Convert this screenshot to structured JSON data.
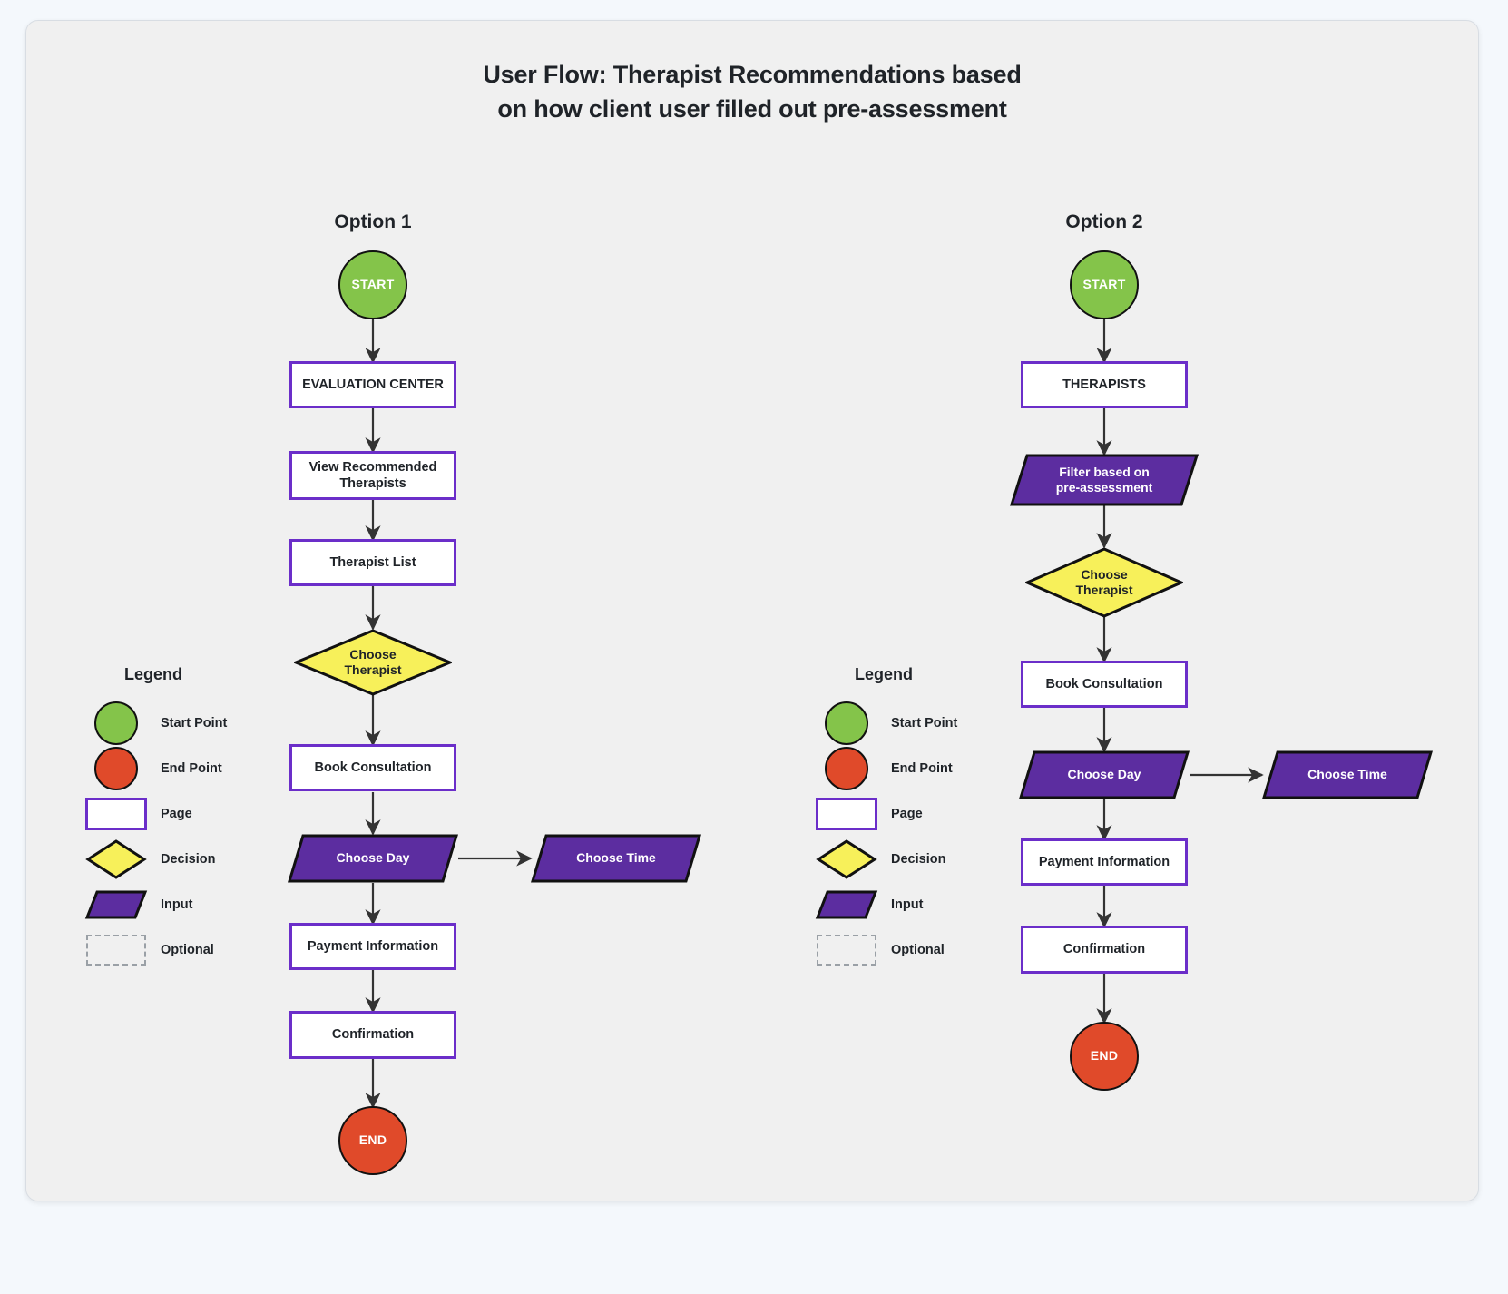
{
  "diagram": {
    "title_line1": "User Flow: Therapist Recommendations based",
    "title_line2": "on how client user filled out pre-assessment",
    "colors": {
      "canvas_bg": "#f0f0f0",
      "page_bg": "#f4f8fc",
      "start_green": "#84c44a",
      "end_red": "#e04a2a",
      "page_border_purple": "#6b2ec9",
      "decision_yellow": "#f7f05a",
      "input_purple": "#5c2da0",
      "edge_black": "#333333",
      "text_dark": "#1f2328"
    }
  },
  "options": [
    {
      "header": "Option 1",
      "nodes": [
        {
          "id": "o1-start",
          "label": "START",
          "type": "start"
        },
        {
          "id": "o1-eval",
          "label": "EVALUATION CENTER",
          "type": "page"
        },
        {
          "id": "o1-view",
          "label": "View Recommended Therapists",
          "type": "page"
        },
        {
          "id": "o1-list",
          "label": "Therapist List",
          "type": "page"
        },
        {
          "id": "o1-choose",
          "label": "Choose Therapist",
          "type": "decision"
        },
        {
          "id": "o1-book",
          "label": "Book Consultation",
          "type": "page"
        },
        {
          "id": "o1-day",
          "label": "Choose Day",
          "type": "input"
        },
        {
          "id": "o1-time",
          "label": "Choose Time",
          "type": "input"
        },
        {
          "id": "o1-payment",
          "label": "Payment Information",
          "type": "page"
        },
        {
          "id": "o1-confirm",
          "label": "Confirmation",
          "type": "page"
        },
        {
          "id": "o1-end",
          "label": "END",
          "type": "end"
        }
      ],
      "edges": [
        {
          "from": "o1-start",
          "to": "o1-eval"
        },
        {
          "from": "o1-eval",
          "to": "o1-view"
        },
        {
          "from": "o1-view",
          "to": "o1-list"
        },
        {
          "from": "o1-list",
          "to": "o1-choose"
        },
        {
          "from": "o1-choose",
          "to": "o1-book"
        },
        {
          "from": "o1-book",
          "to": "o1-day"
        },
        {
          "from": "o1-day",
          "to": "o1-time"
        },
        {
          "from": "o1-day",
          "to": "o1-payment"
        },
        {
          "from": "o1-payment",
          "to": "o1-confirm"
        },
        {
          "from": "o1-confirm",
          "to": "o1-end"
        }
      ]
    },
    {
      "header": "Option 2",
      "nodes": [
        {
          "id": "o2-start",
          "label": "START",
          "type": "start"
        },
        {
          "id": "o2-ther",
          "label": "THERAPISTS",
          "type": "page"
        },
        {
          "id": "o2-filter",
          "label": "Filter based on pre-assessment",
          "type": "input"
        },
        {
          "id": "o2-choose",
          "label": "Choose Therapist",
          "type": "decision"
        },
        {
          "id": "o2-book",
          "label": "Book Consultation",
          "type": "page"
        },
        {
          "id": "o2-day",
          "label": "Choose Day",
          "type": "input"
        },
        {
          "id": "o2-time",
          "label": "Choose Time",
          "type": "input"
        },
        {
          "id": "o2-payment",
          "label": "Payment Information",
          "type": "page"
        },
        {
          "id": "o2-confirm",
          "label": "Confirmation",
          "type": "page"
        },
        {
          "id": "o2-end",
          "label": "END",
          "type": "end"
        }
      ],
      "edges": [
        {
          "from": "o2-start",
          "to": "o2-ther"
        },
        {
          "from": "o2-ther",
          "to": "o2-filter"
        },
        {
          "from": "o2-filter",
          "to": "o2-choose"
        },
        {
          "from": "o2-choose",
          "to": "o2-book"
        },
        {
          "from": "o2-book",
          "to": "o2-day"
        },
        {
          "from": "o2-day",
          "to": "o2-time"
        },
        {
          "from": "o2-day",
          "to": "o2-payment"
        },
        {
          "from": "o2-payment",
          "to": "o2-confirm"
        },
        {
          "from": "o2-confirm",
          "to": "o2-end"
        }
      ]
    }
  ],
  "legend": {
    "title": "Legend",
    "items": [
      {
        "shape": "circle-green",
        "label": "Start Point"
      },
      {
        "shape": "circle-red",
        "label": "End Point"
      },
      {
        "shape": "rect-page",
        "label": "Page"
      },
      {
        "shape": "diamond-yellow",
        "label": "Decision"
      },
      {
        "shape": "parallelogram",
        "label": "Input"
      },
      {
        "shape": "rect-dashed",
        "label": "Optional"
      }
    ]
  },
  "node_labels": {
    "o1_start": "START",
    "o1_eval": "EVALUATION CENTER",
    "o1_view_l1": "View Recommended",
    "o1_view_l2": "Therapists",
    "o1_list": "Therapist List",
    "o1_choose_l1": "Choose",
    "o1_choose_l2": "Therapist",
    "o1_book": "Book Consultation",
    "o1_day": "Choose Day",
    "o1_time": "Choose Time",
    "o1_payment": "Payment Information",
    "o1_confirm": "Confirmation",
    "o1_end": "END",
    "o2_start": "START",
    "o2_ther": "THERAPISTS",
    "o2_filter_l1": "Filter based on",
    "o2_filter_l2": "pre-assessment",
    "o2_choose_l1": "Choose",
    "o2_choose_l2": "Therapist",
    "o2_book": "Book Consultation",
    "o2_day": "Choose Day",
    "o2_time": "Choose Time",
    "o2_payment": "Payment Information",
    "o2_confirm": "Confirmation",
    "o2_end": "END"
  }
}
